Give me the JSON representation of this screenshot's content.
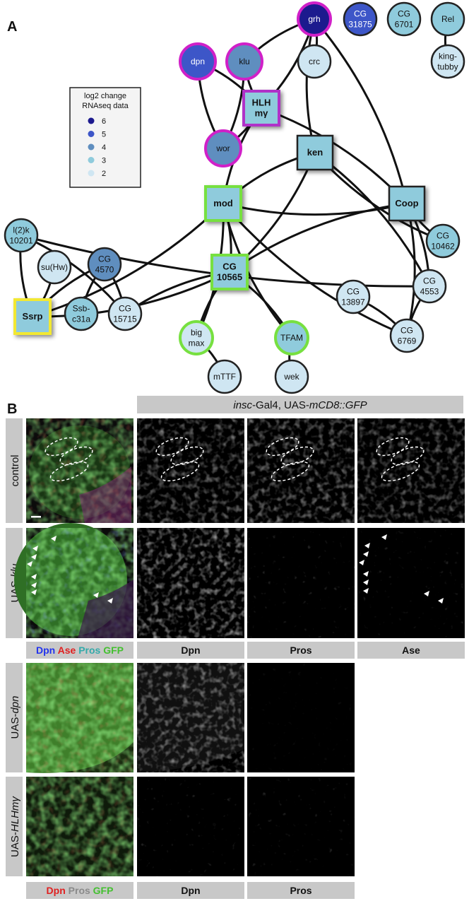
{
  "panel_a": {
    "letter": "A",
    "legend": {
      "title_line1": "log2 change",
      "title_line2": "RNAseq data",
      "levels": [
        {
          "label": "6",
          "color": "#1c1a8e"
        },
        {
          "label": "5",
          "color": "#3d56c8"
        },
        {
          "label": "4",
          "color": "#5f8ebf"
        },
        {
          "label": "3",
          "color": "#8fcbdc"
        },
        {
          "label": "2",
          "color": "#cfe6f2"
        }
      ]
    },
    "nodes": {
      "grh": {
        "lines": [
          "grh"
        ],
        "level": 6,
        "border": "#d020c8"
      },
      "cg31875": {
        "lines": [
          "CG",
          "31875"
        ],
        "level": 5,
        "border": "#222"
      },
      "cg6701": {
        "lines": [
          "CG",
          "6701"
        ],
        "level": 3,
        "border": "#222"
      },
      "rel": {
        "lines": [
          "Rel"
        ],
        "level": 3,
        "border": "#222"
      },
      "kingtubby": {
        "lines": [
          "king-",
          "tubby"
        ],
        "level": 2,
        "border": "#222"
      },
      "crc": {
        "lines": [
          "crc"
        ],
        "level": 2,
        "border": "#222"
      },
      "dpn": {
        "lines": [
          "dpn"
        ],
        "level": 5,
        "border": "#d020c8"
      },
      "klu": {
        "lines": [
          "klu"
        ],
        "level": 4,
        "border": "#d020c8"
      },
      "hlh": {
        "lines": [
          "HLH",
          "mγ"
        ],
        "level": 3,
        "border": "#b030c8"
      },
      "wor": {
        "lines": [
          "wor"
        ],
        "level": 4,
        "border": "#d020c8"
      },
      "ken": {
        "lines": [
          "ken"
        ],
        "level": 3,
        "border": "#222"
      },
      "mod": {
        "lines": [
          "mod"
        ],
        "level": 3,
        "border": "#77e040"
      },
      "coop": {
        "lines": [
          "Coop"
        ],
        "level": 3,
        "border": "#222"
      },
      "l2k": {
        "lines": [
          "l(2)k",
          "10201"
        ],
        "level": 3,
        "border": "#222"
      },
      "suhw": {
        "lines": [
          "su(Hw)"
        ],
        "level": 2,
        "border": "#222"
      },
      "cg4570": {
        "lines": [
          "CG",
          "4570"
        ],
        "level": 4,
        "border": "#222"
      },
      "cg10565": {
        "lines": [
          "CG",
          "10565"
        ],
        "level": 3,
        "border": "#77e040"
      },
      "cg10462": {
        "lines": [
          "CG",
          "10462"
        ],
        "level": 3,
        "border": "#222"
      },
      "cg4553": {
        "lines": [
          "CG",
          "4553"
        ],
        "level": 2,
        "border": "#222"
      },
      "cg13897": {
        "lines": [
          "CG",
          "13897"
        ],
        "level": 2,
        "border": "#222"
      },
      "ssrp": {
        "lines": [
          "Ssrp"
        ],
        "level": 3,
        "border": "#f2e830"
      },
      "ssb": {
        "lines": [
          "Ssb-",
          "c31a"
        ],
        "level": 3,
        "border": "#222"
      },
      "cg15715": {
        "lines": [
          "CG",
          "15715"
        ],
        "level": 2,
        "border": "#222"
      },
      "bigmax": {
        "lines": [
          "big",
          "max"
        ],
        "level": 2,
        "border": "#77e040"
      },
      "tfam": {
        "lines": [
          "TFAM"
        ],
        "level": 3,
        "border": "#77e040"
      },
      "cg6769": {
        "lines": [
          "CG",
          "6769"
        ],
        "level": 2,
        "border": "#222"
      },
      "mttf": {
        "lines": [
          "mTTF"
        ],
        "level": 2,
        "border": "#222"
      },
      "wek": {
        "lines": [
          "wek"
        ],
        "level": 2,
        "border": "#222"
      }
    },
    "edges": [
      [
        "grh",
        "crc"
      ],
      [
        "grh",
        "klu"
      ],
      [
        "grh",
        "hlh"
      ],
      [
        "grh",
        "ken"
      ],
      [
        "grh",
        "coop"
      ],
      [
        "rel",
        "kingtubby"
      ],
      [
        "dpn",
        "hlh"
      ],
      [
        "dpn",
        "wor"
      ],
      [
        "klu",
        "wor"
      ],
      [
        "klu",
        "hlh"
      ],
      [
        "hlh",
        "wor"
      ],
      [
        "hlh",
        "mod"
      ],
      [
        "hlh",
        "coop"
      ],
      [
        "ken",
        "mod"
      ],
      [
        "ken",
        "cg10565"
      ],
      [
        "ken",
        "cg10462"
      ],
      [
        "ken",
        "cg4553"
      ],
      [
        "mod",
        "coop"
      ],
      [
        "mod",
        "cg10565"
      ],
      [
        "mod",
        "tfam"
      ],
      [
        "mod",
        "ssrp"
      ],
      [
        "mod",
        "cg6769"
      ],
      [
        "mod",
        "bigmax"
      ],
      [
        "coop",
        "cg10565"
      ],
      [
        "coop",
        "cg4553"
      ],
      [
        "coop",
        "cg10462"
      ],
      [
        "coop",
        "cg6769"
      ],
      [
        "l2k",
        "ssrp"
      ],
      [
        "l2k",
        "cg15715"
      ],
      [
        "l2k",
        "cg4553"
      ],
      [
        "suhw",
        "ssrp"
      ],
      [
        "cg4570",
        "ssb"
      ],
      [
        "cg4570",
        "cg15715"
      ],
      [
        "cg4570",
        "ssrp"
      ],
      [
        "cg10565",
        "ssrp"
      ],
      [
        "cg10565",
        "bigmax"
      ],
      [
        "cg10565",
        "tfam"
      ],
      [
        "cg10565",
        "cg15715"
      ],
      [
        "cg13897",
        "cg6769"
      ],
      [
        "cg4553",
        "cg6769"
      ],
      [
        "bigmax",
        "mttf"
      ],
      [
        "tfam",
        "wek"
      ]
    ]
  },
  "panel_b": {
    "letter": "B",
    "genotype_header": "insc-Gal4, UAS-mCD8::GFP",
    "header_parts": {
      "a": "insc",
      "b": "-Gal4, UAS-",
      "c": "mCD8::GFP"
    },
    "rows_top": [
      {
        "label_plain": "",
        "label_italic": "control",
        "italic": false
      },
      {
        "label_plain": "UAS-",
        "label_italic": "klu",
        "italic": true
      }
    ],
    "rows_bottom": [
      {
        "label_plain": "UAS-",
        "label_italic": "dpn"
      },
      {
        "label_plain": "UAS-",
        "label_italic": "HLHmγ"
      }
    ],
    "control_label": "control",
    "columns_top": {
      "merge": [
        {
          "text": "Dpn",
          "color": "#2233ee"
        },
        {
          "text": "Ase",
          "color": "#e02020"
        },
        {
          "text": "Pros",
          "color": "#33aaaa"
        },
        {
          "text": "GFP",
          "color": "#44c030"
        }
      ],
      "channels": [
        "Dpn",
        "Pros",
        "Ase"
      ]
    },
    "columns_bottom": {
      "merge": [
        {
          "text": "Dpn",
          "color": "#e02020"
        },
        {
          "text": "Pros",
          "color": "#8a8a8a"
        },
        {
          "text": "GFP",
          "color": "#44c030"
        }
      ],
      "channels": [
        "Dpn",
        "Pros"
      ]
    }
  }
}
